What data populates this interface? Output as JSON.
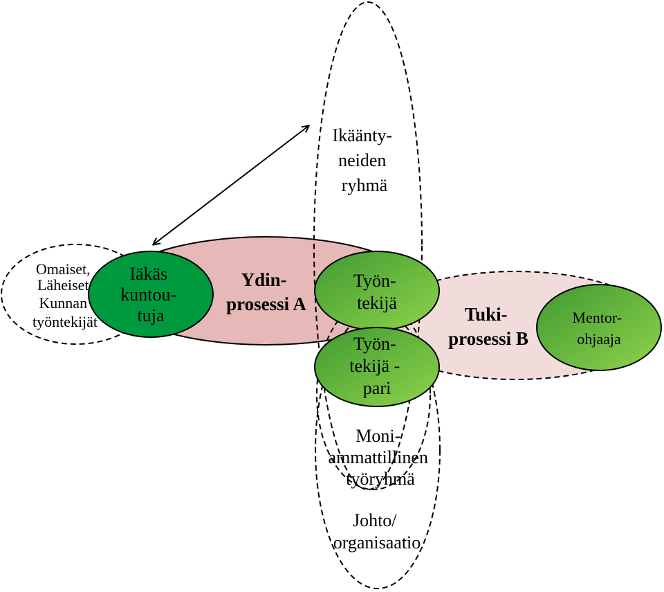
{
  "colors": {
    "core_process_fill": "#e6b8b7",
    "support_process_fill": "#f2dcdb",
    "dark_green": "#009a3e",
    "light_green_start": "#4fa534",
    "light_green_end": "#8bd24a",
    "outline": "#000000"
  },
  "nodes": {
    "ikaantyneiden": {
      "lines": [
        "Ikäänty-",
        "neiden",
        "ryhmä"
      ]
    },
    "omaiset": {
      "lines": [
        "Omaiset,",
        "Läheiset",
        "Kunnan",
        "työntekijät"
      ]
    },
    "iakas": {
      "lines": [
        "Iäkäs",
        "kuntou-",
        "tuja"
      ]
    },
    "ydinprosessi": {
      "lines": [
        "Ydin-",
        "prosessi A"
      ]
    },
    "tyontekija": {
      "lines": [
        "Työn-",
        "tekijä"
      ]
    },
    "tyontekijapari": {
      "lines": [
        "Työn-",
        "tekijä -",
        "pari"
      ]
    },
    "tukiprosessi": {
      "lines": [
        "Tuki-",
        "prosessi B"
      ]
    },
    "mentor": {
      "lines": [
        "Mentor-",
        "ohjaaja"
      ]
    },
    "moniammatillinen": {
      "lines": [
        "Moni-",
        "ammattillinen",
        "työryhmä"
      ]
    },
    "johto": {
      "lines": [
        "Johto/",
        "organisaatio"
      ]
    }
  }
}
